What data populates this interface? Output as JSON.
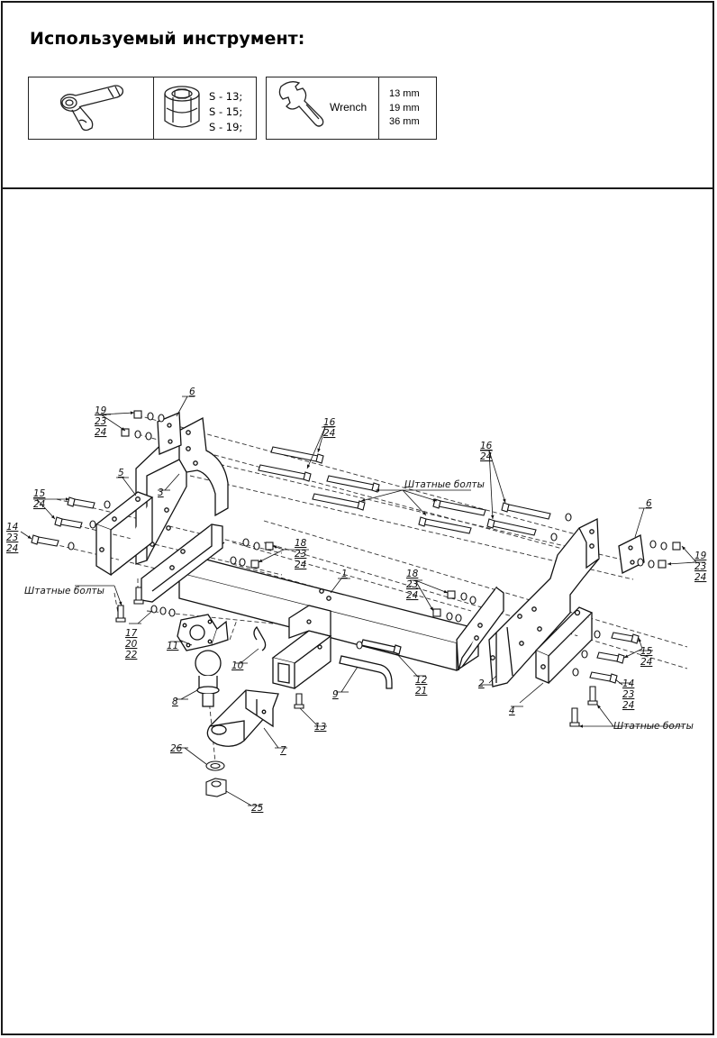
{
  "tools": {
    "title": "Используемый инструмент:",
    "socket_sizes": [
      "S - 13;",
      "S - 15;",
      "S - 19;"
    ],
    "wrench_label": "Wrench",
    "wrench_sizes": [
      "13 mm",
      "19 mm",
      "36 mm"
    ]
  },
  "diagram": {
    "stock_bolts_label": "Штатные болты",
    "part_labels": {
      "p1": "1",
      "p2": "2",
      "p3": "3",
      "p4": "4",
      "p5": "5",
      "p6": "6",
      "p7": "7",
      "p8": "8",
      "p9": "9",
      "p10": "10",
      "p11": "11",
      "p12": "12",
      "p13": "13",
      "p14": "14",
      "p15": "15",
      "p16": "16",
      "p17": "17",
      "p18": "18",
      "p19": "19",
      "p20": "20",
      "p21": "21",
      "p22": "22",
      "p23": "23",
      "p24": "24",
      "p25": "25",
      "p26": "26"
    }
  }
}
